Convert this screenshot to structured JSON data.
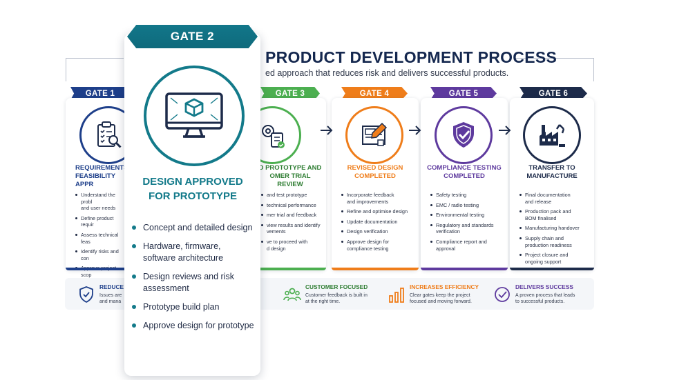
{
  "header": {
    "title": "PRODUCT DEVELOPMENT PROCESS",
    "subtitle": "ed approach that reduces risk and delivers successful products."
  },
  "colors": {
    "gate1": "#1e3f8a",
    "gate2": "#137a8a",
    "gate3": "#4caf50",
    "gate4": "#ef7d1a",
    "gate5": "#5e3a9e",
    "gate6": "#1d2b4a"
  },
  "gates": [
    {
      "tag": "GATE 1",
      "icon": "clipboard-search-icon",
      "title": "REQUIREMENTS\nFEASIBILITY APPR",
      "items": [
        "Understand the probl\nand user needs",
        "Define product requir",
        "Assess technical feas",
        "Identify risks and con",
        "Approve project scop"
      ]
    },
    {
      "tag": "GATE 3",
      "icon": "gear-checklist-icon",
      "title": "D PROTOTYPE AND\nOMER TRIAL REVIEW",
      "items": [
        "and test prototype",
        "technical performance",
        "mer trial and feedback",
        "view results and identify\nvements",
        "ve to proceed with\nd design"
      ]
    },
    {
      "tag": "GATE 4",
      "icon": "blueprint-icon",
      "title": "REVISED DESIGN\nCOMPLETED",
      "items": [
        "Incorporate feedback\nand improvements",
        "Refine and optimise design",
        "Update documentation",
        "Design verification",
        "Approve design for\ncompliance testing"
      ]
    },
    {
      "tag": "GATE 5",
      "icon": "shield-check-icon",
      "title": "COMPLIANCE TESTING\nCOMPLETED",
      "items": [
        "Safety testing",
        "EMC / radio testing",
        "Environmental testing",
        "Regulatory and standards\nverification",
        "Compliance report and\napproval"
      ]
    },
    {
      "tag": "GATE 6",
      "icon": "factory-icon",
      "title": "TRANSFER TO\nMANUFACTURE",
      "items": [
        "Final documentation\nand release",
        "Production pack and\nBOM finalised",
        "Manufacturing handover",
        "Supply chain and\nproduction readiness",
        "Project closure and\nongoing support"
      ]
    }
  ],
  "benefits": [
    {
      "icon": "shield-check-icon",
      "title": "REDUCE",
      "text": "Issues are\nand mana"
    },
    {
      "icon": "people-icon",
      "title": "CUSTOMER FOCUSED",
      "text": "Customer feedback is built in\nat the right time."
    },
    {
      "icon": "bar-chart-icon",
      "title": "INCREASES EFFICIENCY",
      "text": "Clear gates keep the project\nfocused and moving forward."
    },
    {
      "icon": "check-circle-icon",
      "title": "DELIVERS SUCCESS",
      "text": "A proven process that leads\nto successful products."
    }
  ],
  "zoom": {
    "tag": "GATE 2",
    "icon": "monitor-cube-icon",
    "title": "DESIGN APPROVED\nFOR PROTOTYPE",
    "items": [
      "Concept and detailed design",
      "Hardware, firmware,\nsoftware architecture",
      "Design reviews and risk\nassessment",
      "Prototype build plan",
      "Approve design for prototype"
    ]
  }
}
